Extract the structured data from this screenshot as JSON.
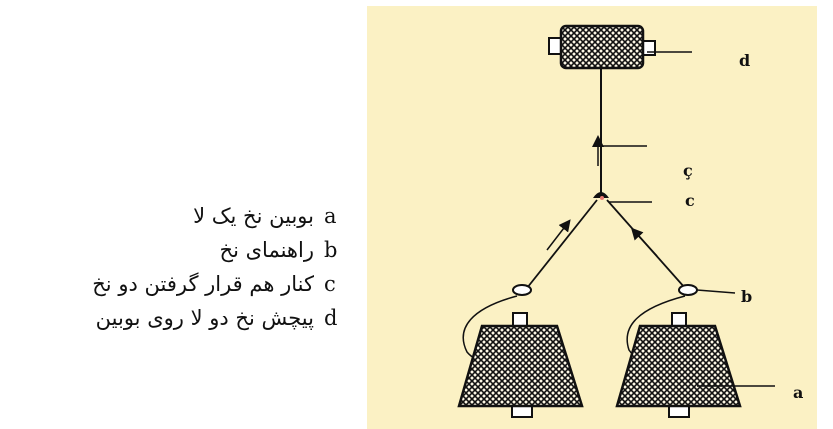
{
  "legend": [
    {
      "key": "a",
      "text": "بوبین نخ یک لا"
    },
    {
      "key": "b",
      "text": "راهنمای نخ"
    },
    {
      "key": "c",
      "text": "کنار هم قرار گرفتن دو نخ"
    },
    {
      "key": "d",
      "text": "پیچش نخ دو لا روی بوبین"
    }
  ],
  "diagram": {
    "labels": {
      "a": "a",
      "b": "b",
      "c": "c",
      "d": "d",
      "e": "ç"
    },
    "colors": {
      "panel": "#fbf1c4",
      "line": "#111111",
      "accent": "#ec7a73"
    }
  }
}
